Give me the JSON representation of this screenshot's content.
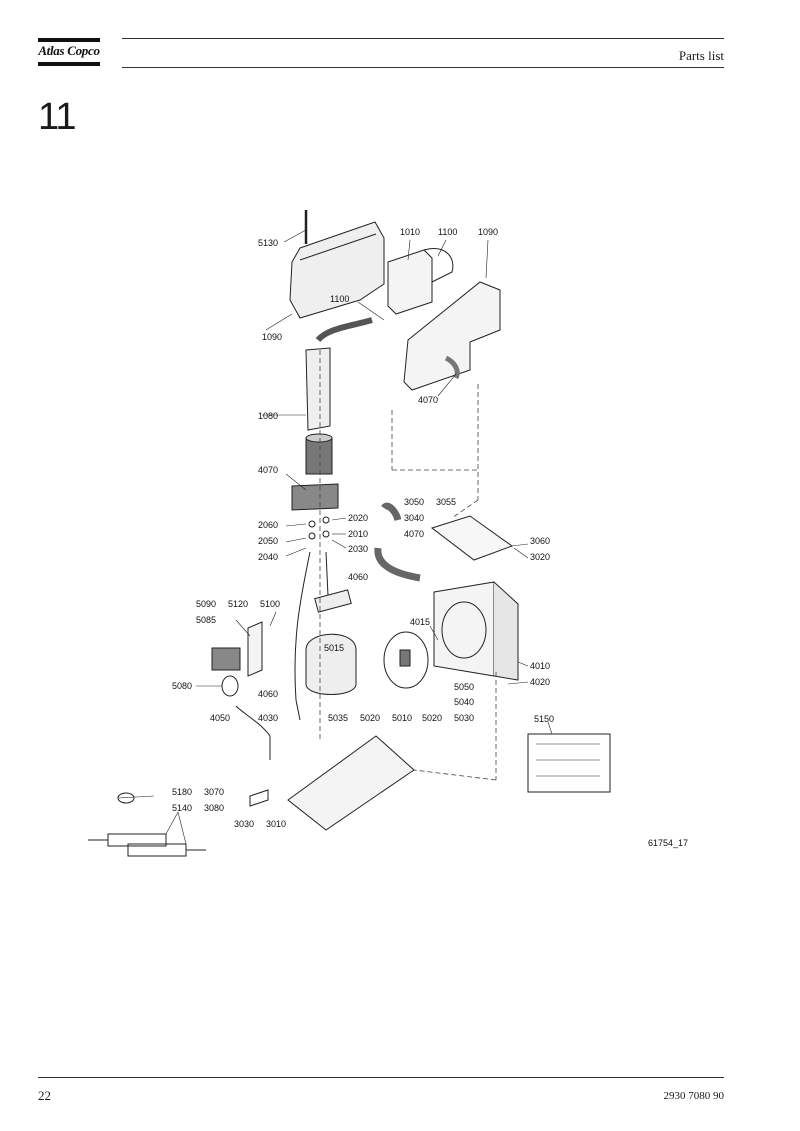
{
  "header": {
    "brand": "Atlas Copco",
    "section": "Parts list",
    "chapter": "11"
  },
  "footer": {
    "page_number": "22",
    "document_number": "2930 7080 90"
  },
  "figure": {
    "drawing_number": "61754_17",
    "part_labels": {
      "5130": "5130",
      "1010": "1010",
      "1100a": "1100",
      "1090a": "1090",
      "1100b": "1100",
      "1090b": "1090",
      "4070a": "4070",
      "1080": "1080",
      "4070b": "4070",
      "3050": "3050",
      "3055": "3055",
      "2060": "2060",
      "2020": "2020",
      "3040": "3040",
      "2010": "2010",
      "2050": "2050",
      "2030": "2030",
      "4070c": "4070",
      "3060": "3060",
      "2040": "2040",
      "3020": "3020",
      "4060a": "4060",
      "5090": "5090",
      "5120": "5120",
      "5100": "5100",
      "5085": "5085",
      "4015": "4015",
      "5015": "5015",
      "4010": "4010",
      "5080": "5080",
      "4020": "4020",
      "5050": "5050",
      "4060b": "4060",
      "5040": "5040",
      "4050": "4050",
      "4030": "4030",
      "5035": "5035",
      "5020a": "5020",
      "5010": "5010",
      "5020b": "5020",
      "5030": "5030",
      "5150": "5150",
      "5180": "5180",
      "3070": "3070",
      "5140": "5140",
      "3080": "3080",
      "3030": "3030",
      "3010": "3010"
    }
  }
}
